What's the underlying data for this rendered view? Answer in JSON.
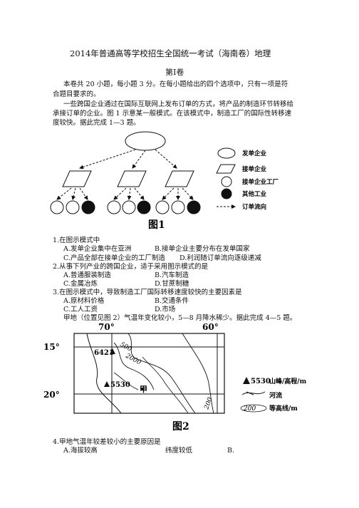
{
  "doc": {
    "title": "2014年普通高等学校招生全国统一考试（海南卷）地理",
    "volume": "第Ⅰ卷",
    "intro": [
      "本卷共 20 小题，每小题 3 分。在每小题给出的四个选项中，只有一项是符",
      "合题目要求的。"
    ],
    "passage1": [
      "一些跨国企业通过在国际互联网上发布订单的方式，将产品的制造环节转移给",
      "承接订单的企业。图 1 示意某一般模式。在该模式中，制造工厂的国际性转移速",
      "度较快。据此完成 1—3 题。"
    ]
  },
  "fig1": {
    "caption": "图1",
    "legend": [
      "发单企业",
      "接单企业",
      "接单企业工厂",
      "其他工业",
      "订单流向"
    ]
  },
  "questions": {
    "q1": {
      "stem": "1.在图示模式中",
      "a": "A.发单企业集中在亚洲",
      "b": "B.接单企业主要分布在发单国家",
      "c": "C.产品全部在接单企业的工厂制造",
      "d": "D.利润随订单流向逐级递减"
    },
    "q2": {
      "stem": "2.从事下列产业的跨国企业，适于采用图示模式的是",
      "a": "A.普通服装制造",
      "b": "B.汽车制造",
      "c": "C.金属冶炼",
      "d": "D.甘蔗制糖"
    },
    "q3": {
      "stem": "3.在图示模式中，导致制造工厂国际转移速度较快的主要因素是",
      "a": "A.原材料价格",
      "b": "B.交通条件",
      "c": "C.工人工资",
      "d": "D.市场"
    },
    "passage2": "甲地（位置见图 2）气温年变化较小，5—8 月降水稀少。据此完成 4—5 题。"
  },
  "fig2": {
    "caption": "图2",
    "lon_left": "70°",
    "lon_right": "60°",
    "lat_top": "15°",
    "lat_bottom": "20°",
    "contour_500": "500",
    "contour_2000": "2000",
    "contour_200": "200",
    "peak1": "6421",
    "peak2": "5530",
    "place": "甲",
    "legend_peak_value": "5530",
    "legend_peak": "山峰/高程/m",
    "legend_river": "河流",
    "legend_contour_value": "200",
    "legend_contour": "等高线/m"
  },
  "q4": {
    "stem": "4.甲地气温年较差较小的主要原因是",
    "a": "A.海拔较高",
    "mid": "纬度较低",
    "b": "B."
  }
}
